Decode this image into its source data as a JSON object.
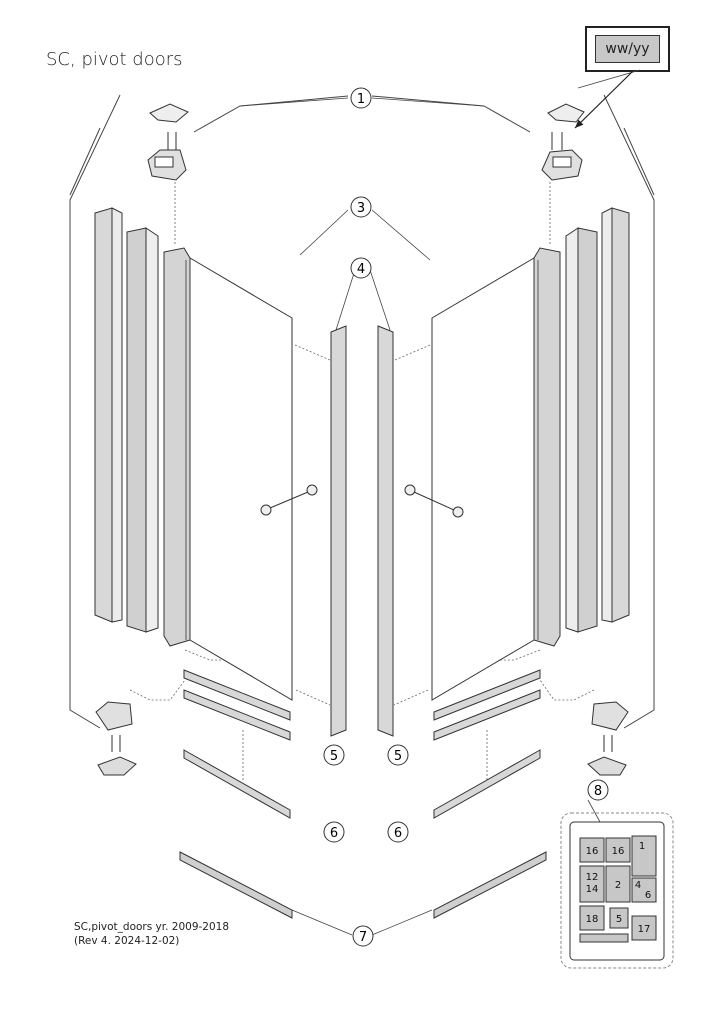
{
  "title": "SC, pivot doors",
  "date_code": "ww/yy",
  "part_callouts": [
    "1",
    "3",
    "4",
    "5",
    "5",
    "6",
    "6",
    "7",
    "8"
  ],
  "callouts": {
    "c1": "1",
    "c3": "3",
    "c4": "4",
    "c5l": "5",
    "c5r": "5",
    "c6l": "6",
    "c6r": "6",
    "c7": "7",
    "c8": "8"
  },
  "kit_labels": {
    "a": "16",
    "b": "16",
    "c": "1",
    "d": "12\n14",
    "e": "2",
    "f": "4\n6",
    "g": "18",
    "h": "5",
    "i": "17"
  },
  "footer": {
    "line1": "SC,pivot_doors yr. 2009-2018",
    "line2": "(Rev 4. 2024-12-02)"
  }
}
